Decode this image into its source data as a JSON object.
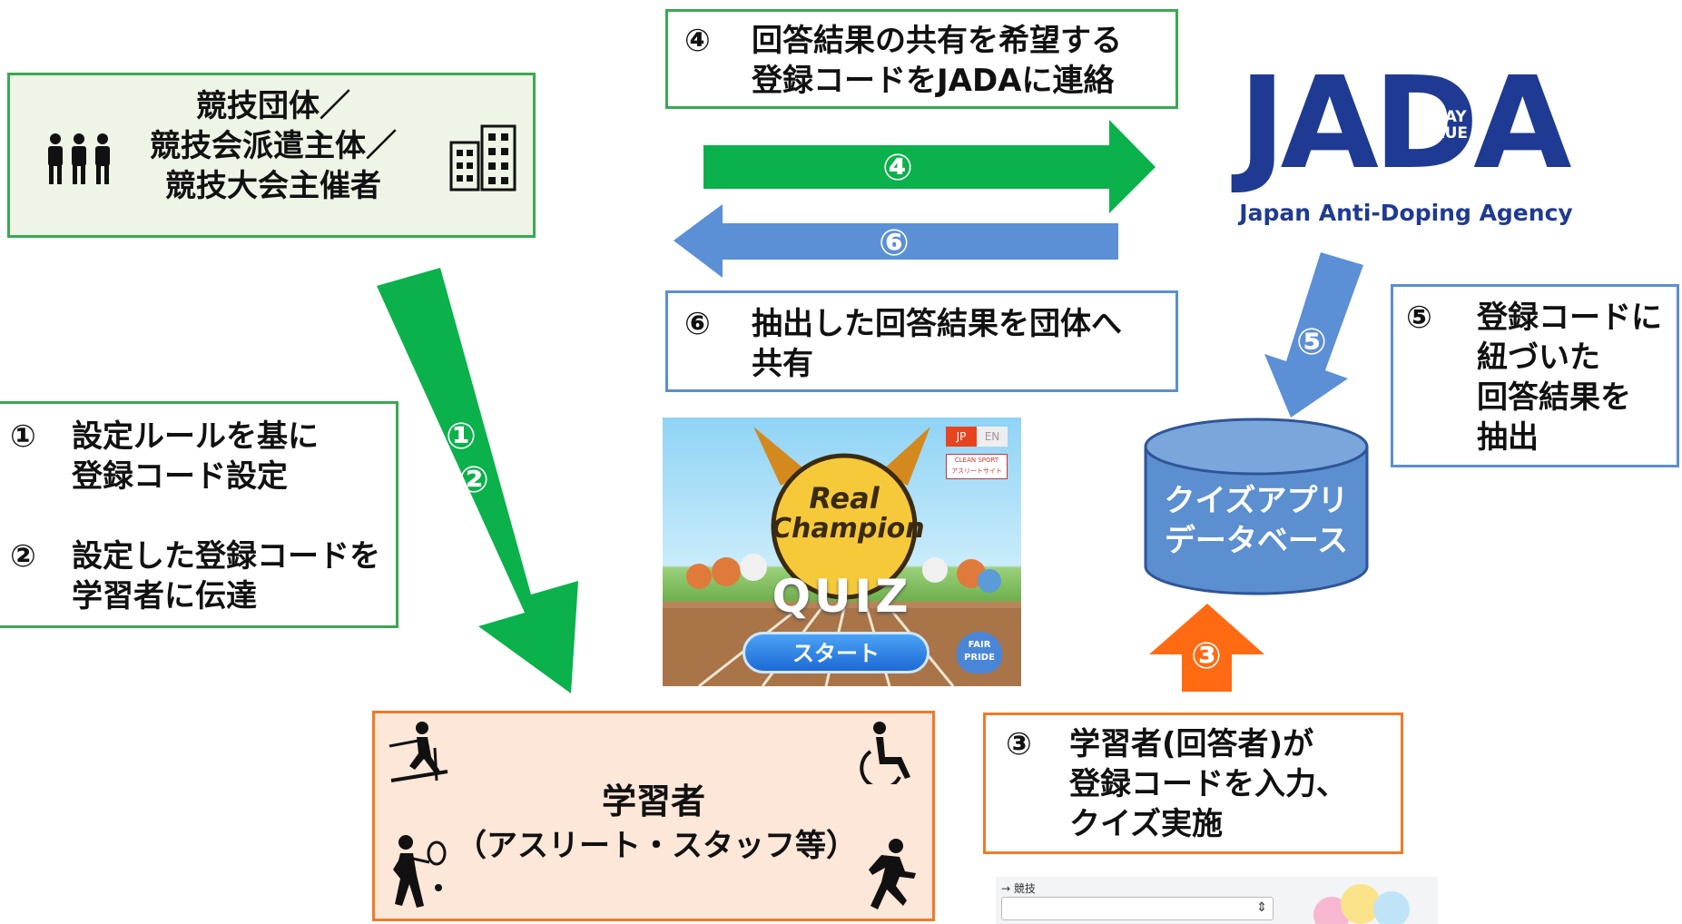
{
  "org_box": {
    "lines": [
      "競技団体／",
      "競技会派遣主体／",
      "競技大会主催者"
    ]
  },
  "step4_box": {
    "num": "④",
    "line1": "回答結果の共有を希望する",
    "line2": "登録コードをJADAに連絡"
  },
  "step6_box": {
    "num": "⑥",
    "line1": "抽出した回答結果を団体へ",
    "line2": "共有"
  },
  "arrows": {
    "a4": "④",
    "a6": "⑥",
    "a5": "⑤",
    "a3": "③",
    "a1": "①",
    "a2": "②",
    "colors": {
      "green": "#0bb14b",
      "blue": "#5b8fd6",
      "orange": "#ff6a13"
    }
  },
  "jada": {
    "letters": "JADA",
    "play": "PLAY",
    "true_word": "TRUE",
    "tagline": "Japan Anti-Doping Agency",
    "color": "#1f3a93"
  },
  "step5_box": {
    "num": "⑤",
    "lines": [
      "登録コードに",
      "紐づいた",
      "回答結果を",
      "抽出"
    ]
  },
  "rules_box": {
    "item1_num": "①",
    "item1_line1": "設定ルールを基に",
    "item1_line2": "登録コード設定",
    "item2_num": "②",
    "item2_line1": "設定した登録コードを",
    "item2_line2": "学習者に伝達"
  },
  "database": {
    "line1": "クイズアプリ",
    "line2": "データベース"
  },
  "learner_box": {
    "title": "学習者",
    "subtitle": "（アスリート・スタッフ等）"
  },
  "step3_box": {
    "num": "③",
    "line1": "学習者(回答者)が",
    "line2": "登録コードを入力、",
    "line3": "クイズ実施"
  },
  "quiz_app": {
    "lang_jp": "JP",
    "lang_en": "EN",
    "clean_sport": "CLEAN SPORT",
    "athlete_site": "アスリートサイト",
    "logo_line1": "Real",
    "logo_line2": "Champion",
    "quiz": "QUIZ",
    "start": "スタート",
    "fair": "FAIR",
    "pride": "PRIDE"
  },
  "form_snippet": {
    "label": "→ 競技"
  }
}
